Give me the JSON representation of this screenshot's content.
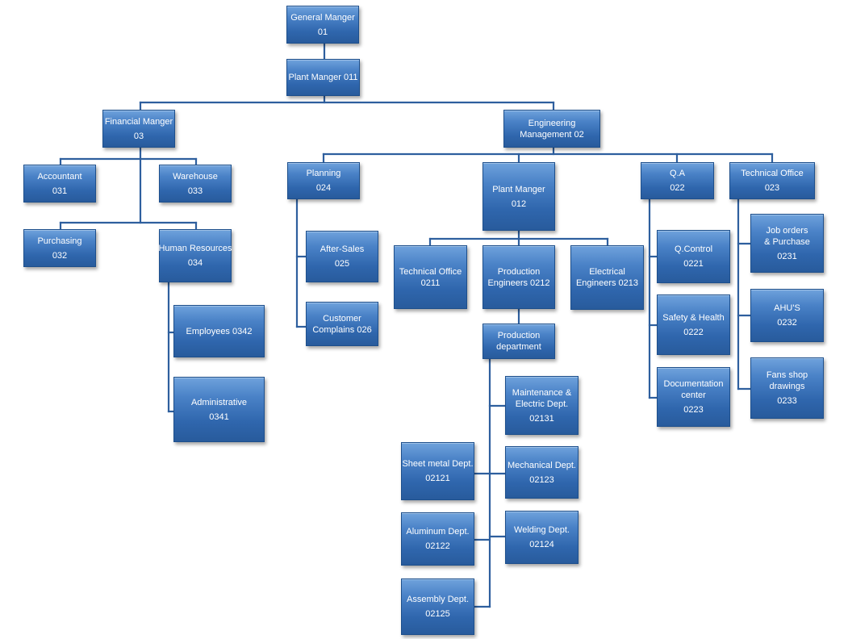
{
  "nodes": {
    "general_manager": [
      "General Manger",
      "01"
    ],
    "plant_manager_011": [
      "Plant Manger 011"
    ],
    "financial_manager": [
      "Financial Manger",
      "03"
    ],
    "engineering_management": [
      "Engineering",
      "Management 02"
    ],
    "accountant": [
      "Accountant",
      "031"
    ],
    "warehouse": [
      "Warehouse",
      "033"
    ],
    "purchasing": [
      "Purchasing",
      "032"
    ],
    "human_resources": [
      "Human Resources",
      "034"
    ],
    "employees": [
      "Employees 0342"
    ],
    "administrative": [
      "Administrative",
      "0341"
    ],
    "planning": [
      "Planning",
      "024"
    ],
    "after_sales": [
      "After-Sales",
      "025"
    ],
    "customer_complains": [
      "Customer",
      "Complains 026"
    ],
    "plant_manager_012": [
      "Plant Manger",
      "012"
    ],
    "technical_office_0211": [
      "Technical Office",
      "0211"
    ],
    "production_engineers": [
      "Production",
      "Engineers 0212"
    ],
    "electrical_engineers": [
      "Electrical",
      "Engineers 0213"
    ],
    "production_department": [
      "Production",
      "department"
    ],
    "maintenance_electric": [
      "Maintenance &",
      "Electric  Dept.",
      "02131"
    ],
    "mechanical": [
      "Mechanical Dept.",
      "02123"
    ],
    "sheet_metal": [
      "Sheet metal Dept.",
      "02121"
    ],
    "aluminum": [
      "Aluminum Dept.",
      "02122"
    ],
    "welding": [
      "Welding Dept.",
      "02124"
    ],
    "assembly": [
      "Assembly Dept.",
      "02125"
    ],
    "qa": [
      "Q.A",
      "022"
    ],
    "q_control": [
      "Q.Control",
      "0221"
    ],
    "safety_health": [
      "Safety & Health",
      "0222"
    ],
    "documentation_center": [
      "Documentation",
      "center",
      "0223"
    ],
    "technical_office_023": [
      "Technical Office",
      "023"
    ],
    "job_orders": [
      "Job orders",
      "& Purchase",
      "0231"
    ],
    "ahus": [
      "AHU'S",
      "0232"
    ],
    "fans_shop": [
      "Fans shop",
      "drawings",
      "0233"
    ]
  },
  "colors": {
    "box": "#2f66ad",
    "box_border": "#1d4f8c",
    "line": "#2e5f9e",
    "text": "#ffffff"
  }
}
